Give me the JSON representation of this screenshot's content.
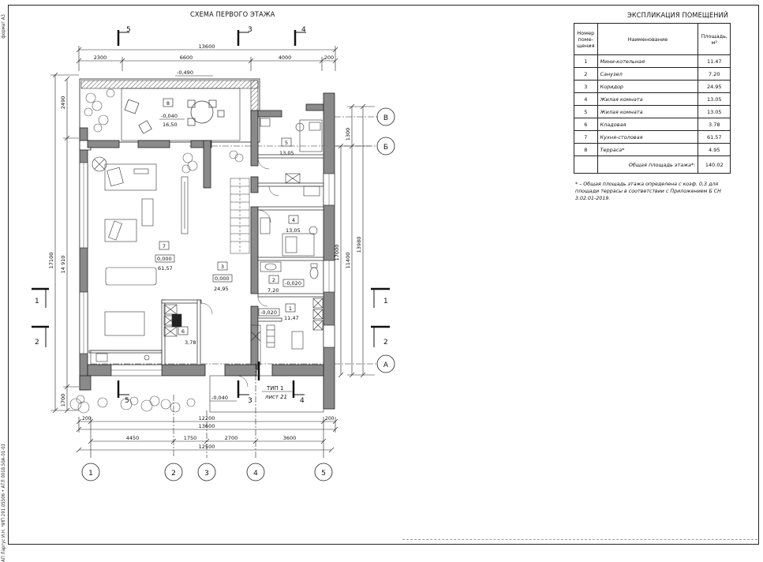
{
  "sheet": {
    "format": "формат А3",
    "vertical_stamp": "АП Ларгус И.Н. ЧИП 291.05506 • АТЛ 0018.50А-01-01"
  },
  "plan": {
    "title": "СХЕМА ПЕРВОГО ЭТАЖА",
    "section_marks_top": [
      "5",
      "3",
      "4"
    ],
    "section_marks_bottom": [
      "5",
      "3",
      "4"
    ],
    "section_marks_left": [
      "1",
      "2"
    ],
    "section_marks_right": [
      "1",
      "2"
    ],
    "dims_top_overall": "13600",
    "dims_top_chain": [
      "2300",
      "6600",
      "4000",
      "200"
    ],
    "dims_left_outer": "17100",
    "dims_left_inner": "14 910",
    "dims_left_top": "2490",
    "dims_left_bottom": "1700",
    "dims_right_outer": "13980",
    "dims_right_mid": "17000",
    "dims_right_inner": "11400",
    "dims_right_top": "1300",
    "dims_bottom_chain": [
      "4450",
      "1750",
      "2700",
      "3600"
    ],
    "dims_bottom_small": [
      "200",
      "200"
    ],
    "dims_bottom_12200": "12200",
    "dims_bottom_13600": "13600",
    "dims_bottom_12500": "12500",
    "axes_bottom": [
      "1",
      "2",
      "3",
      "4",
      "5"
    ],
    "axes_right": [
      "В",
      "Б",
      "А"
    ],
    "level_top": "-0,490",
    "level_bottom": "-0,040",
    "callout_label": "ТИП 1",
    "callout_sheet": "лист 21",
    "rooms": [
      {
        "num": "8",
        "level": "-0,040",
        "area": "16,50"
      },
      {
        "num": "5",
        "area": "13,05"
      },
      {
        "num": "4",
        "area": "13,05"
      },
      {
        "num": "7",
        "level": "0,000",
        "area": "61,57"
      },
      {
        "num": "3",
        "level": "0,000",
        "area": "24,95"
      },
      {
        "num": "2",
        "level": "-0,020",
        "area": "7,20"
      },
      {
        "num": "1",
        "level": "-0,020",
        "area": "11,47"
      },
      {
        "num": "6",
        "area": "3,78"
      }
    ]
  },
  "explication": {
    "title": "ЭКСПЛИКАЦИЯ ПОМЕЩЕНИЙ",
    "headers": {
      "num": [
        "Номер",
        "поме-",
        "щения"
      ],
      "name": "Наименование",
      "area": [
        "Площадь,",
        "м²"
      ]
    },
    "rows": [
      {
        "num": "1",
        "name": "Мини-котельная",
        "area": "11.47"
      },
      {
        "num": "2",
        "name": "Санузел",
        "area": "7.20"
      },
      {
        "num": "3",
        "name": "Коридор",
        "area": "24.95"
      },
      {
        "num": "4",
        "name": "Жилая комната",
        "area": "13.05"
      },
      {
        "num": "5",
        "name": "Жилая комната",
        "area": "13.05"
      },
      {
        "num": "6",
        "name": "Кладовая",
        "area": "3.78"
      },
      {
        "num": "7",
        "name": "Кухня-столовая",
        "area": "61.57"
      },
      {
        "num": "8",
        "name": "Терраса*",
        "area": "4.95"
      }
    ],
    "total_label": "Общая площадь этажа*:",
    "total_value": "140.02",
    "note": "* – Общая площадь этажа определена с коэф. 0,3 для площади террасы в соответствии с Приложением Б СН 3.02.01-2019."
  }
}
